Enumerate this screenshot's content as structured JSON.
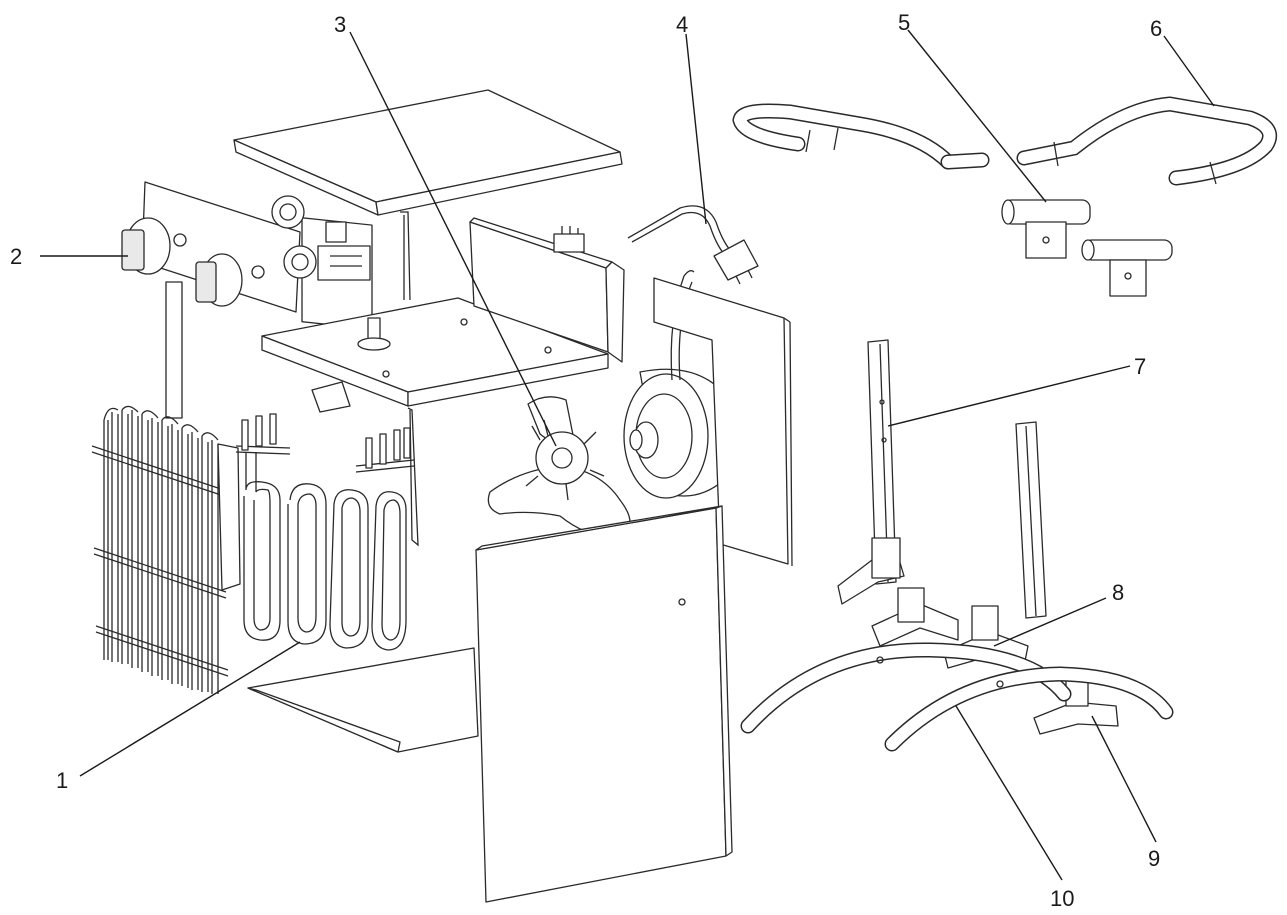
{
  "callouts": [
    {
      "id": "1",
      "label": "1"
    },
    {
      "id": "2",
      "label": "2"
    },
    {
      "id": "3",
      "label": "3"
    },
    {
      "id": "4",
      "label": "4"
    },
    {
      "id": "5",
      "label": "5"
    },
    {
      "id": "6",
      "label": "6"
    },
    {
      "id": "7",
      "label": "7"
    },
    {
      "id": "8",
      "label": "8"
    },
    {
      "id": "9",
      "label": "9"
    },
    {
      "id": "10",
      "label": "10"
    }
  ],
  "colors": {
    "line": "#2a2a2a",
    "paper": "#ffffff",
    "shade": "#e9e9e9"
  }
}
